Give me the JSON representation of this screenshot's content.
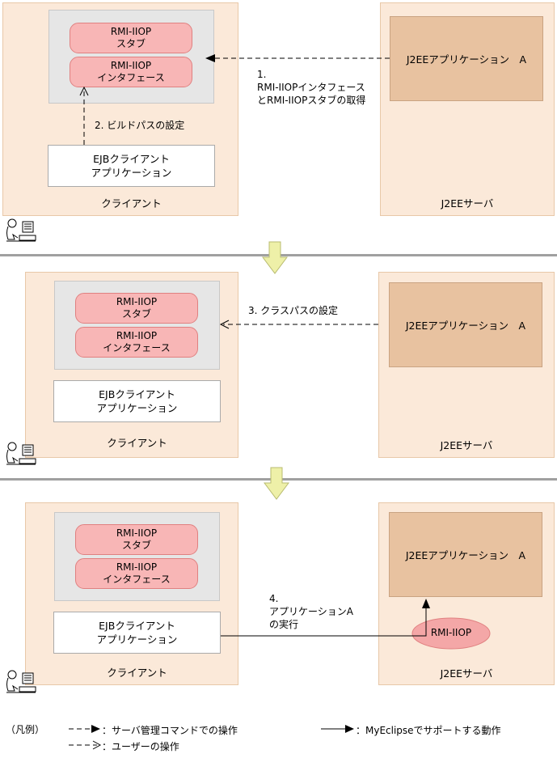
{
  "sections": [
    {
      "client": {
        "stub_line1": "RMI-IIOP",
        "stub_line2": "スタブ",
        "iface_line1": "RMI-IIOP",
        "iface_line2": "インタフェース",
        "ejb_line1": "EJBクライアント",
        "ejb_line2": "アプリケーション",
        "label": "クライアント"
      },
      "server": {
        "app": "J2EEアプリケーション　A",
        "label": "J2EEサーバ"
      },
      "step1_line1": "1.",
      "step1_line2": "RMI-IIOPインタフェース",
      "step1_line3": "とRMI-IIOPスタブの取得",
      "step2": "2.  ビルドパスの設定"
    },
    {
      "client": {
        "stub_line1": "RMI-IIOP",
        "stub_line2": "スタブ",
        "iface_line1": "RMI-IIOP",
        "iface_line2": "インタフェース",
        "ejb_line1": "EJBクライアント",
        "ejb_line2": "アプリケーション",
        "label": "クライアント"
      },
      "server": {
        "app": "J2EEアプリケーション　A",
        "label": "J2EEサーバ"
      },
      "step3": "3.  クラスパスの設定"
    },
    {
      "client": {
        "stub_line1": "RMI-IIOP",
        "stub_line2": "スタブ",
        "iface_line1": "RMI-IIOP",
        "iface_line2": "インタフェース",
        "ejb_line1": "EJBクライアント",
        "ejb_line2": "アプリケーション",
        "label": "クライアント"
      },
      "server": {
        "app": "J2EEアプリケーション　A",
        "label": "J2EEサーバ",
        "rmi": "RMI-IIOP"
      },
      "step4_line1": "4.",
      "step4_line2": "アプリケーションA",
      "step4_line3": "の実行"
    }
  ],
  "legend": {
    "title": "（凡例）",
    "server_cmd": "：サーバ管理コマンドでの操作",
    "myeclipse": "：MyEclipseでサポートする動作",
    "user_op": "：ユーザーの操作"
  },
  "colors": {
    "panel": "#fbe9d9",
    "pill": "#f8b6b6",
    "app": "#e8c2a0",
    "arrow_down": "#eef0a8"
  }
}
